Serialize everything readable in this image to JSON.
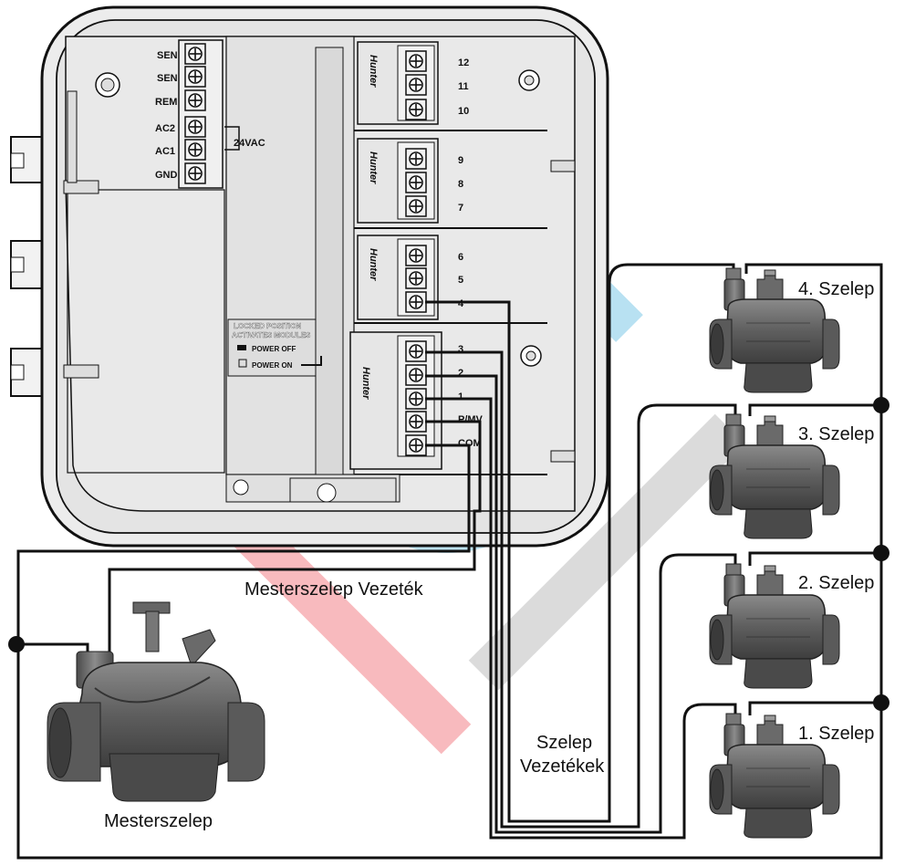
{
  "controller": {
    "left_terminals": [
      "SEN",
      "SEN",
      "REM",
      "AC2",
      "AC1",
      "GND"
    ],
    "voltage_label": "24VAC",
    "module_brand": "Hunter",
    "zone_terminals": [
      "12",
      "11",
      "10",
      "9",
      "8",
      "7",
      "6",
      "5",
      "4",
      "3",
      "2",
      "1",
      "P/MV",
      "COM"
    ],
    "lock_panel": {
      "line1": "LOCKED POSITION",
      "line2": "ACTIVATES MODULES",
      "power_off": "POWER OFF",
      "power_on": "POWER ON"
    }
  },
  "valves": [
    {
      "label": "4. Szelep"
    },
    {
      "label": "3. Szelep"
    },
    {
      "label": "2. Szelep"
    },
    {
      "label": "1. Szelep"
    }
  ],
  "labels": {
    "master_wire": "Mesterszelep Vezeték",
    "valve_wires_line1": "Szelep",
    "valve_wires_line2": "Vezetékek",
    "master_valve": "Mesterszelep"
  },
  "colors": {
    "watermark_green": "#3aa66a",
    "watermark_blue": "#2aa6d9",
    "watermark_red": "#ef5a63",
    "watermark_gray": "#8a8a8a",
    "wire": "#111111",
    "valve_body": "#5c5c5c",
    "housing": "#e8e8e8"
  }
}
